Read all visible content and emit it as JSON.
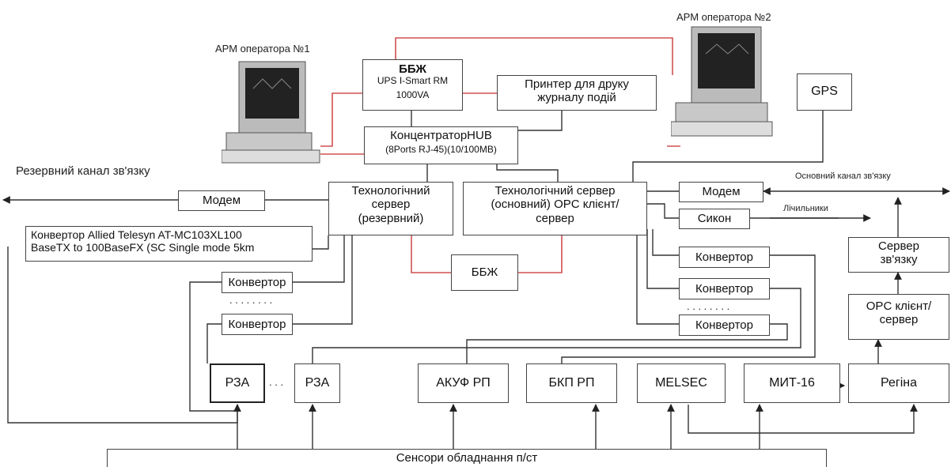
{
  "workstations": {
    "arm1": "АРМ оператора №1",
    "arm2": "АРМ оператора №2"
  },
  "ups_main": {
    "title": "ББЖ",
    "model": "UPS I-Smart RM",
    "capacity": "1000VA"
  },
  "printer": {
    "line1": "Принтер для друку",
    "line2": "журналу подій"
  },
  "gps": "GPS",
  "hub": {
    "title": "КонцентраторHUB",
    "spec": "(8Ports RJ-45)(10/100MB)"
  },
  "reserve_channel": "Резервний канал зв'язку",
  "main_channel": "Основний канал зв'язку",
  "modem_left": "Модем",
  "modem_right": "Модем",
  "server_reserve": {
    "line1": "Технологічний",
    "line2": "сервер",
    "line3": "(резервний)"
  },
  "server_main": {
    "line1": "Технологічний сервер",
    "line2": "(основний) OPC клієнт/",
    "line3": "сервер"
  },
  "sikon": "Сикон",
  "meters": "Лічильники",
  "converter_allied": {
    "line1": "Конвертор Allied Telesyn AT-MC103XL100",
    "line2": "BaseTX to 100BaseFX (SC Single mode 5km"
  },
  "ups_small": "ББЖ",
  "converters_left": [
    "Конвертор",
    "Конвертор"
  ],
  "converters_right": [
    "Конвертор",
    "Конвертор",
    "Конвертор"
  ],
  "dots": ". . . . . . . .",
  "comm_server": {
    "line1": "Сервер",
    "line2": "зв'язку"
  },
  "opc_client": {
    "line1": "OPC клієнт/",
    "line2": "сервер"
  },
  "devices": {
    "rza1": "РЗА",
    "rza_dots": ". . .",
    "rza2": "РЗА",
    "akuf": "АКУФ РП",
    "bkp": "БКП РП",
    "melsec": "MELSEC",
    "mit16": "МИТ-16",
    "regina": "Регіна"
  },
  "sensors": "Сенсори обладнання п/ст",
  "colors": {
    "red_link": "#d05050",
    "line": "#333333"
  }
}
